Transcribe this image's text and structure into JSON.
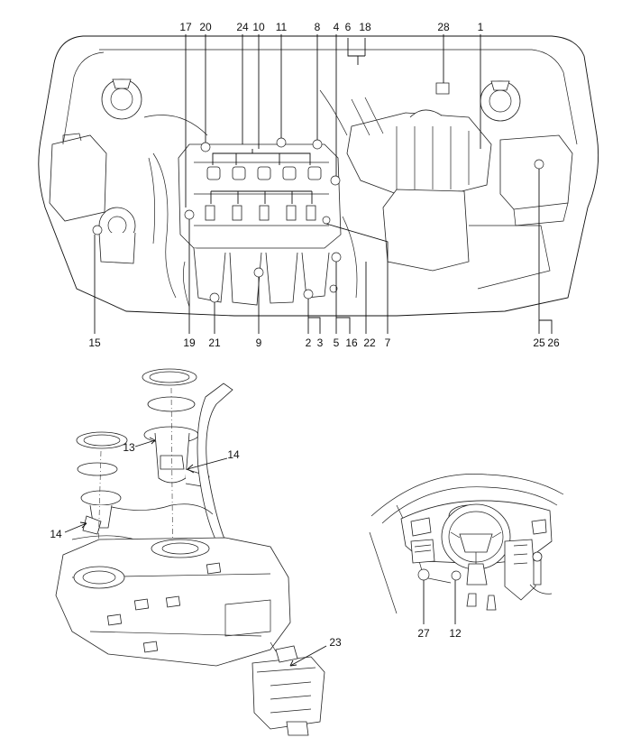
{
  "engine_labels": {
    "l17": "17",
    "l20": "20",
    "l24": "24",
    "l10": "10",
    "l11": "11",
    "l8": "8",
    "l4": "4",
    "l6": "6",
    "l18": "18",
    "l28": "28",
    "l1": "1",
    "l15": "15",
    "l19": "19",
    "l21": "21",
    "l9": "9",
    "l2": "2",
    "l3": "3",
    "l5": "5",
    "l16": "16",
    "l22": "22",
    "l7": "7",
    "l25": "25",
    "l26": "26"
  },
  "fuel_labels": {
    "l13": "13",
    "l14a": "14",
    "l14b": "14",
    "l23": "23"
  },
  "cabin_labels": {
    "l27": "27",
    "l12": "12"
  }
}
